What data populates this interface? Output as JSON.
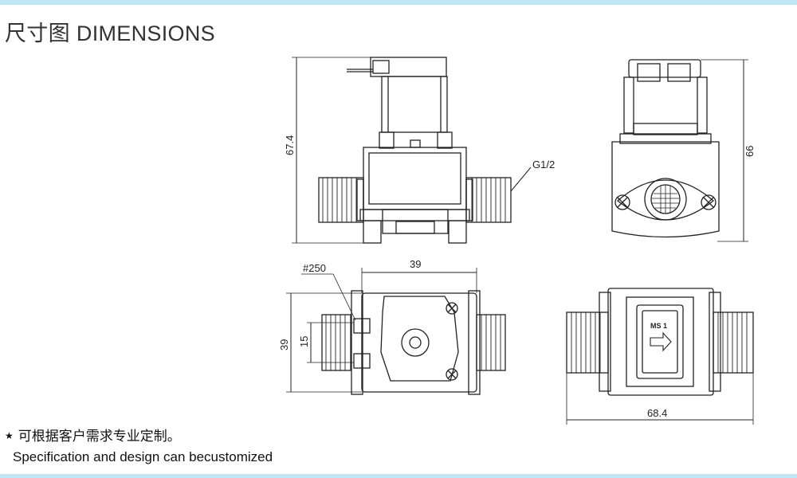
{
  "header": {
    "title_cn": "尺寸图",
    "title_en": "DIMENSIONS"
  },
  "drawing": {
    "front_view": {
      "height_label": "67.4",
      "thread_label": "G1/2"
    },
    "side_view": {
      "height_label": "66"
    },
    "top_view": {
      "wire_label": "#250",
      "width_label": "39",
      "height_label": "39",
      "pitch_label": "15"
    },
    "bottom_view": {
      "length_label": "68.4",
      "arrow_label": "MS 1"
    }
  },
  "note": {
    "line_cn": "可根据客户需求专业定制。",
    "line_en": "Specification and design can becustomized"
  },
  "colors": {
    "accent_bar": "#bfe6f4",
    "line": "#222222"
  }
}
